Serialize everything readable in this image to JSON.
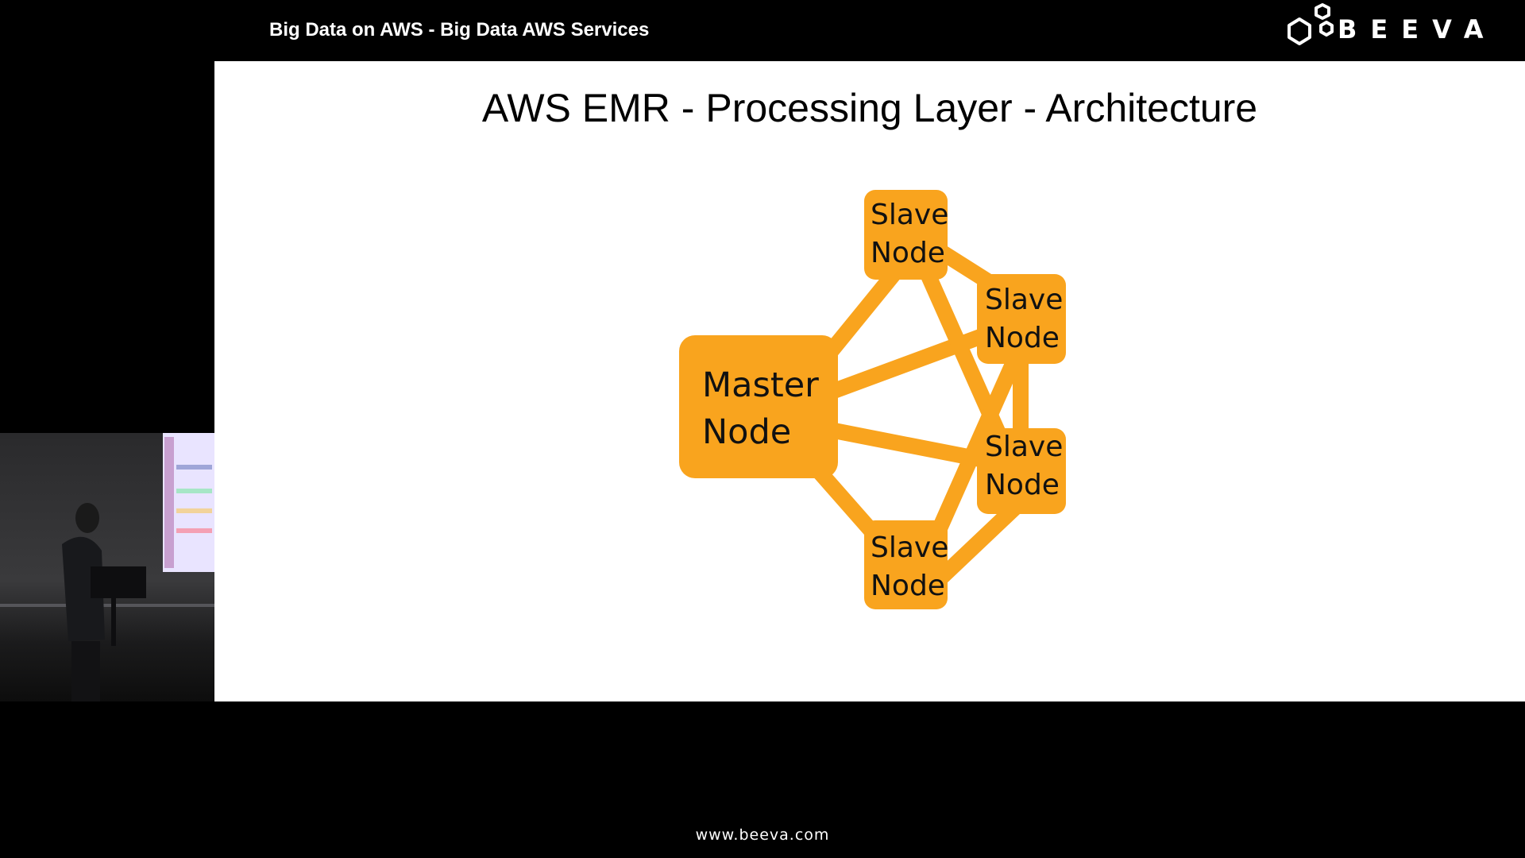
{
  "header": {
    "title": "Big Data on AWS - Big Data AWS Services",
    "logo_text": "BEEVA"
  },
  "slide": {
    "title": "AWS EMR - Processing Layer - Architecture",
    "diagram": {
      "nodes": [
        {
          "id": "master",
          "line1": "Master",
          "line2": "Node"
        },
        {
          "id": "slave-top",
          "line1": "Slave",
          "line2": "Node"
        },
        {
          "id": "slave-right-upper",
          "line1": "Slave",
          "line2": "Node"
        },
        {
          "id": "slave-right-lower",
          "line1": "Slave",
          "line2": "Node"
        },
        {
          "id": "slave-bottom",
          "line1": "Slave",
          "line2": "Node"
        }
      ],
      "node_color": "#F9A41E"
    }
  },
  "webcam": {
    "description_icon": "presenter-video-icon"
  },
  "footer": {
    "url": "www.beeva.com"
  }
}
